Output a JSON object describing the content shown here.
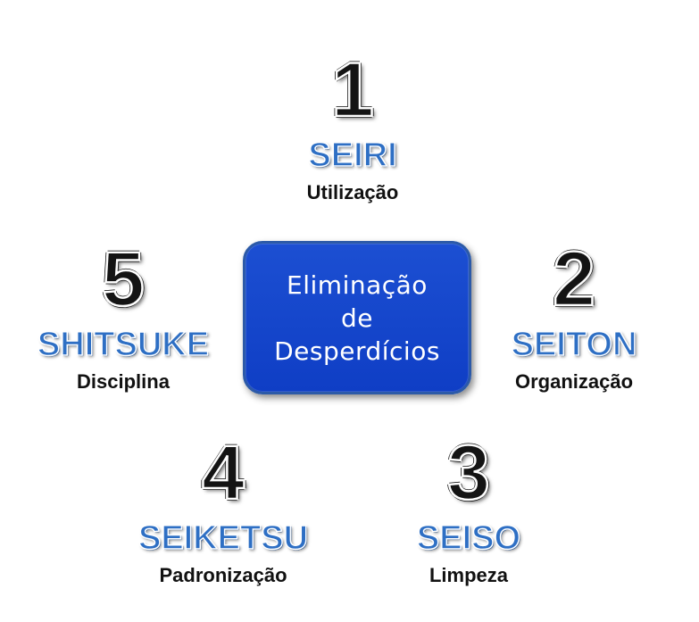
{
  "center": {
    "lines": [
      "Eliminação",
      "de",
      "Desperdícios"
    ]
  },
  "steps": [
    {
      "number": "1",
      "term": "SEIRI",
      "meaning": "Utilização"
    },
    {
      "number": "2",
      "term": "SEITON",
      "meaning": "Organização"
    },
    {
      "number": "3",
      "term": "SEISO",
      "meaning": "Limpeza"
    },
    {
      "number": "4",
      "term": "SEIKETSU",
      "meaning": "Padronização"
    },
    {
      "number": "5",
      "term": "SHITSUKE",
      "meaning": "Disciplina"
    }
  ],
  "colors": {
    "term_blue": "#2e6fc4",
    "box_blue": "#1444cc",
    "number_black": "#141414"
  }
}
